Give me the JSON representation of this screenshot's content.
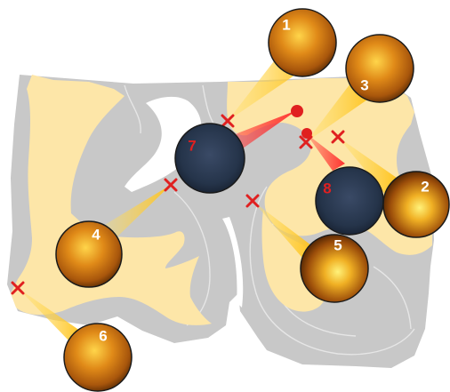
{
  "panel": {
    "colors": {
      "background": "#ffffff",
      "tissue_grey": "#c8c8c8",
      "tissue_outline": "#e6e6e6",
      "region_yellow": "#fde6a8",
      "beam_yellow": "#ffd23c",
      "beam_red": "#ff3030",
      "marker_red": "#e02020",
      "amber_disc": "#b5650e",
      "dark_disc": "#27364c"
    },
    "labels": {
      "l1": "1",
      "l2": "2",
      "l3": "3",
      "l4": "4",
      "l5": "5",
      "l6": "6",
      "l7": "7",
      "l8": "8"
    }
  }
}
